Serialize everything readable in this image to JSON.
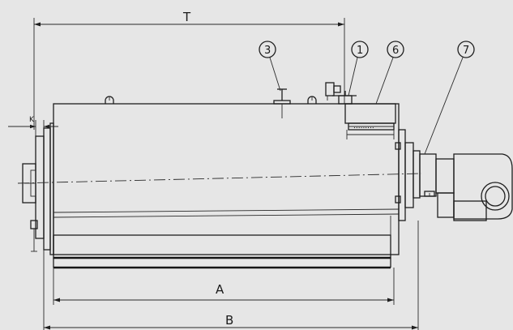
{
  "dimensions": {
    "overall_top": "T",
    "shell_length": "A",
    "overall_length": "B",
    "flange_offset": "K"
  },
  "callouts": {
    "c1": "1",
    "c3": "3",
    "c6": "6",
    "c7": "7"
  },
  "colors": {
    "background": "#e6e6e6",
    "line": "#1e1e1e"
  }
}
